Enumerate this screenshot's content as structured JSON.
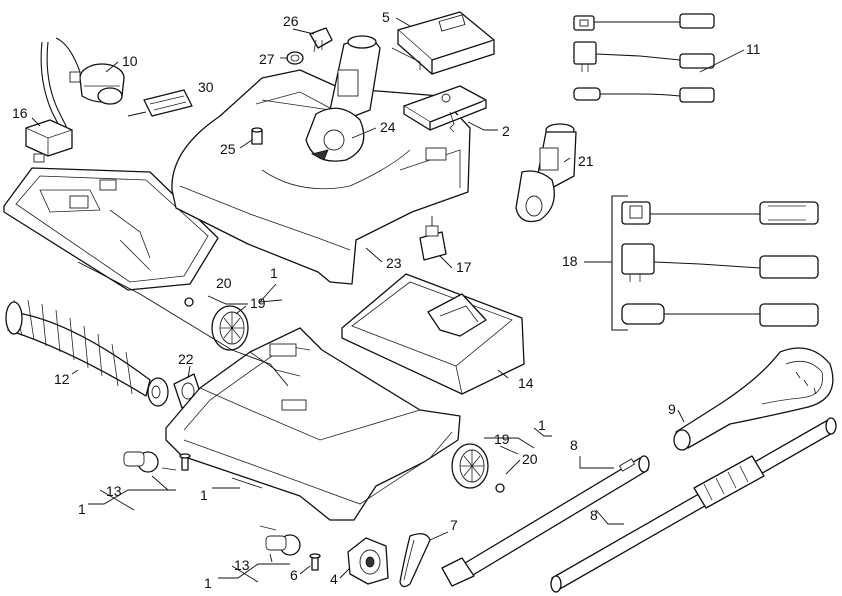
{
  "callouts": {
    "c1a": "1",
    "c1b": "1",
    "c1c": "1",
    "c1d": "1",
    "c1e": "1",
    "c2": "2",
    "c4": "4",
    "c5": "5",
    "c6": "6",
    "c7": "7",
    "c8a": "8",
    "c8b": "8",
    "c9": "9",
    "c10": "10",
    "c11": "11",
    "c12": "12",
    "c13a": "13",
    "c13b": "13",
    "c14": "14",
    "c16": "16",
    "c17": "17",
    "c18": "18",
    "c19a": "19",
    "c19b": "19",
    "c20a": "20",
    "c20b": "20",
    "c21": "21",
    "c22": "22",
    "c23": "23",
    "c24": "24",
    "c25": "25",
    "c26": "26",
    "c27": "27",
    "c30": "30"
  }
}
